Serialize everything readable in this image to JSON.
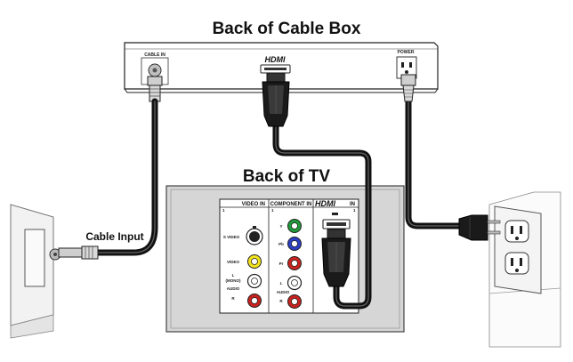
{
  "titles": {
    "cable_box": "Back of Cable Box",
    "tv": "Back of TV",
    "cable_input": "Cable Input"
  },
  "cable_box": {
    "cable_in_label": "CABLE IN",
    "hdmi_logo": "HDMI",
    "power_label": "POWER"
  },
  "tv_panel": {
    "video_in_header": "VIDEO IN",
    "video_in_number": "1",
    "component_in_header": "COMPONENT IN",
    "component_in_number": "1",
    "hdmi_in_header": "HDMI",
    "hdmi_in_suffix": "IN",
    "hdmi_in_number": "1",
    "s_video_label": "S VIDEO",
    "video_label": "VIDEO",
    "l_mono_label_1": "L",
    "l_mono_label_2": "(MONO)",
    "audio_label": "AUDIO",
    "r_label": "R",
    "y_label": "Y",
    "pb_label": "Pb",
    "pr_label": "Pr",
    "comp_l_label": "L",
    "comp_audio_label": "AUDIO",
    "comp_r_label": "R"
  },
  "colors": {
    "tv_panel_bg": "#d6d6d6",
    "jack_yellow": "#f2e21c",
    "jack_red": "#c8231e",
    "jack_green": "#1f9a3a",
    "jack_blue": "#2a3ec4",
    "jack_white": "#ffffff",
    "cable": "#111111"
  }
}
